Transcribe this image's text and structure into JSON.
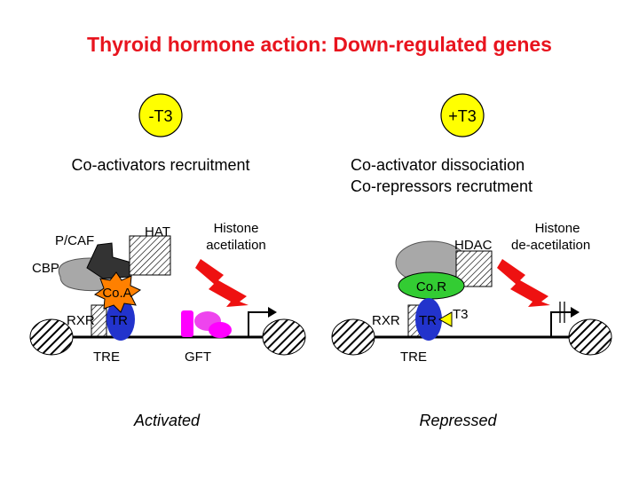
{
  "title": "Thyroid hormone action: Down-regulated genes",
  "colors": {
    "title": "#e8141e",
    "badge": "#ffff00",
    "tr_blue": "#2233cc",
    "coa_orange": "#ff8000",
    "cor_green": "#33cc33",
    "gft_magenta": "#ff00ff",
    "gft_pink": "#ee44ee",
    "lightning_red": "#ee1111",
    "hdac_gray": "#a8a8a8",
    "dark_gray": "#333333"
  },
  "left": {
    "badge": "-T3",
    "heading": "Co-activators recruitment",
    "labels": {
      "pcaf": "P/CAF",
      "hat": "HAT",
      "histone1": "Histone",
      "histone2": "acetilation",
      "cbp": "CBP",
      "coa": "Co.A",
      "rxr": "RXR",
      "tr": "TR",
      "tre": "TRE",
      "gft": "GFT"
    },
    "status": "Activated"
  },
  "right": {
    "badge": "+T3",
    "heading1": "Co-activator dissociation",
    "heading2": "Co-repressors recrutment",
    "labels": {
      "histone1": "Histone",
      "hdac": "HDAC",
      "deacetil": "de-acetilation",
      "cor": "Co.R",
      "rxr": "RXR",
      "tr": "TR",
      "t3": "T3",
      "tre": "TRE"
    },
    "status": "Repressed"
  }
}
